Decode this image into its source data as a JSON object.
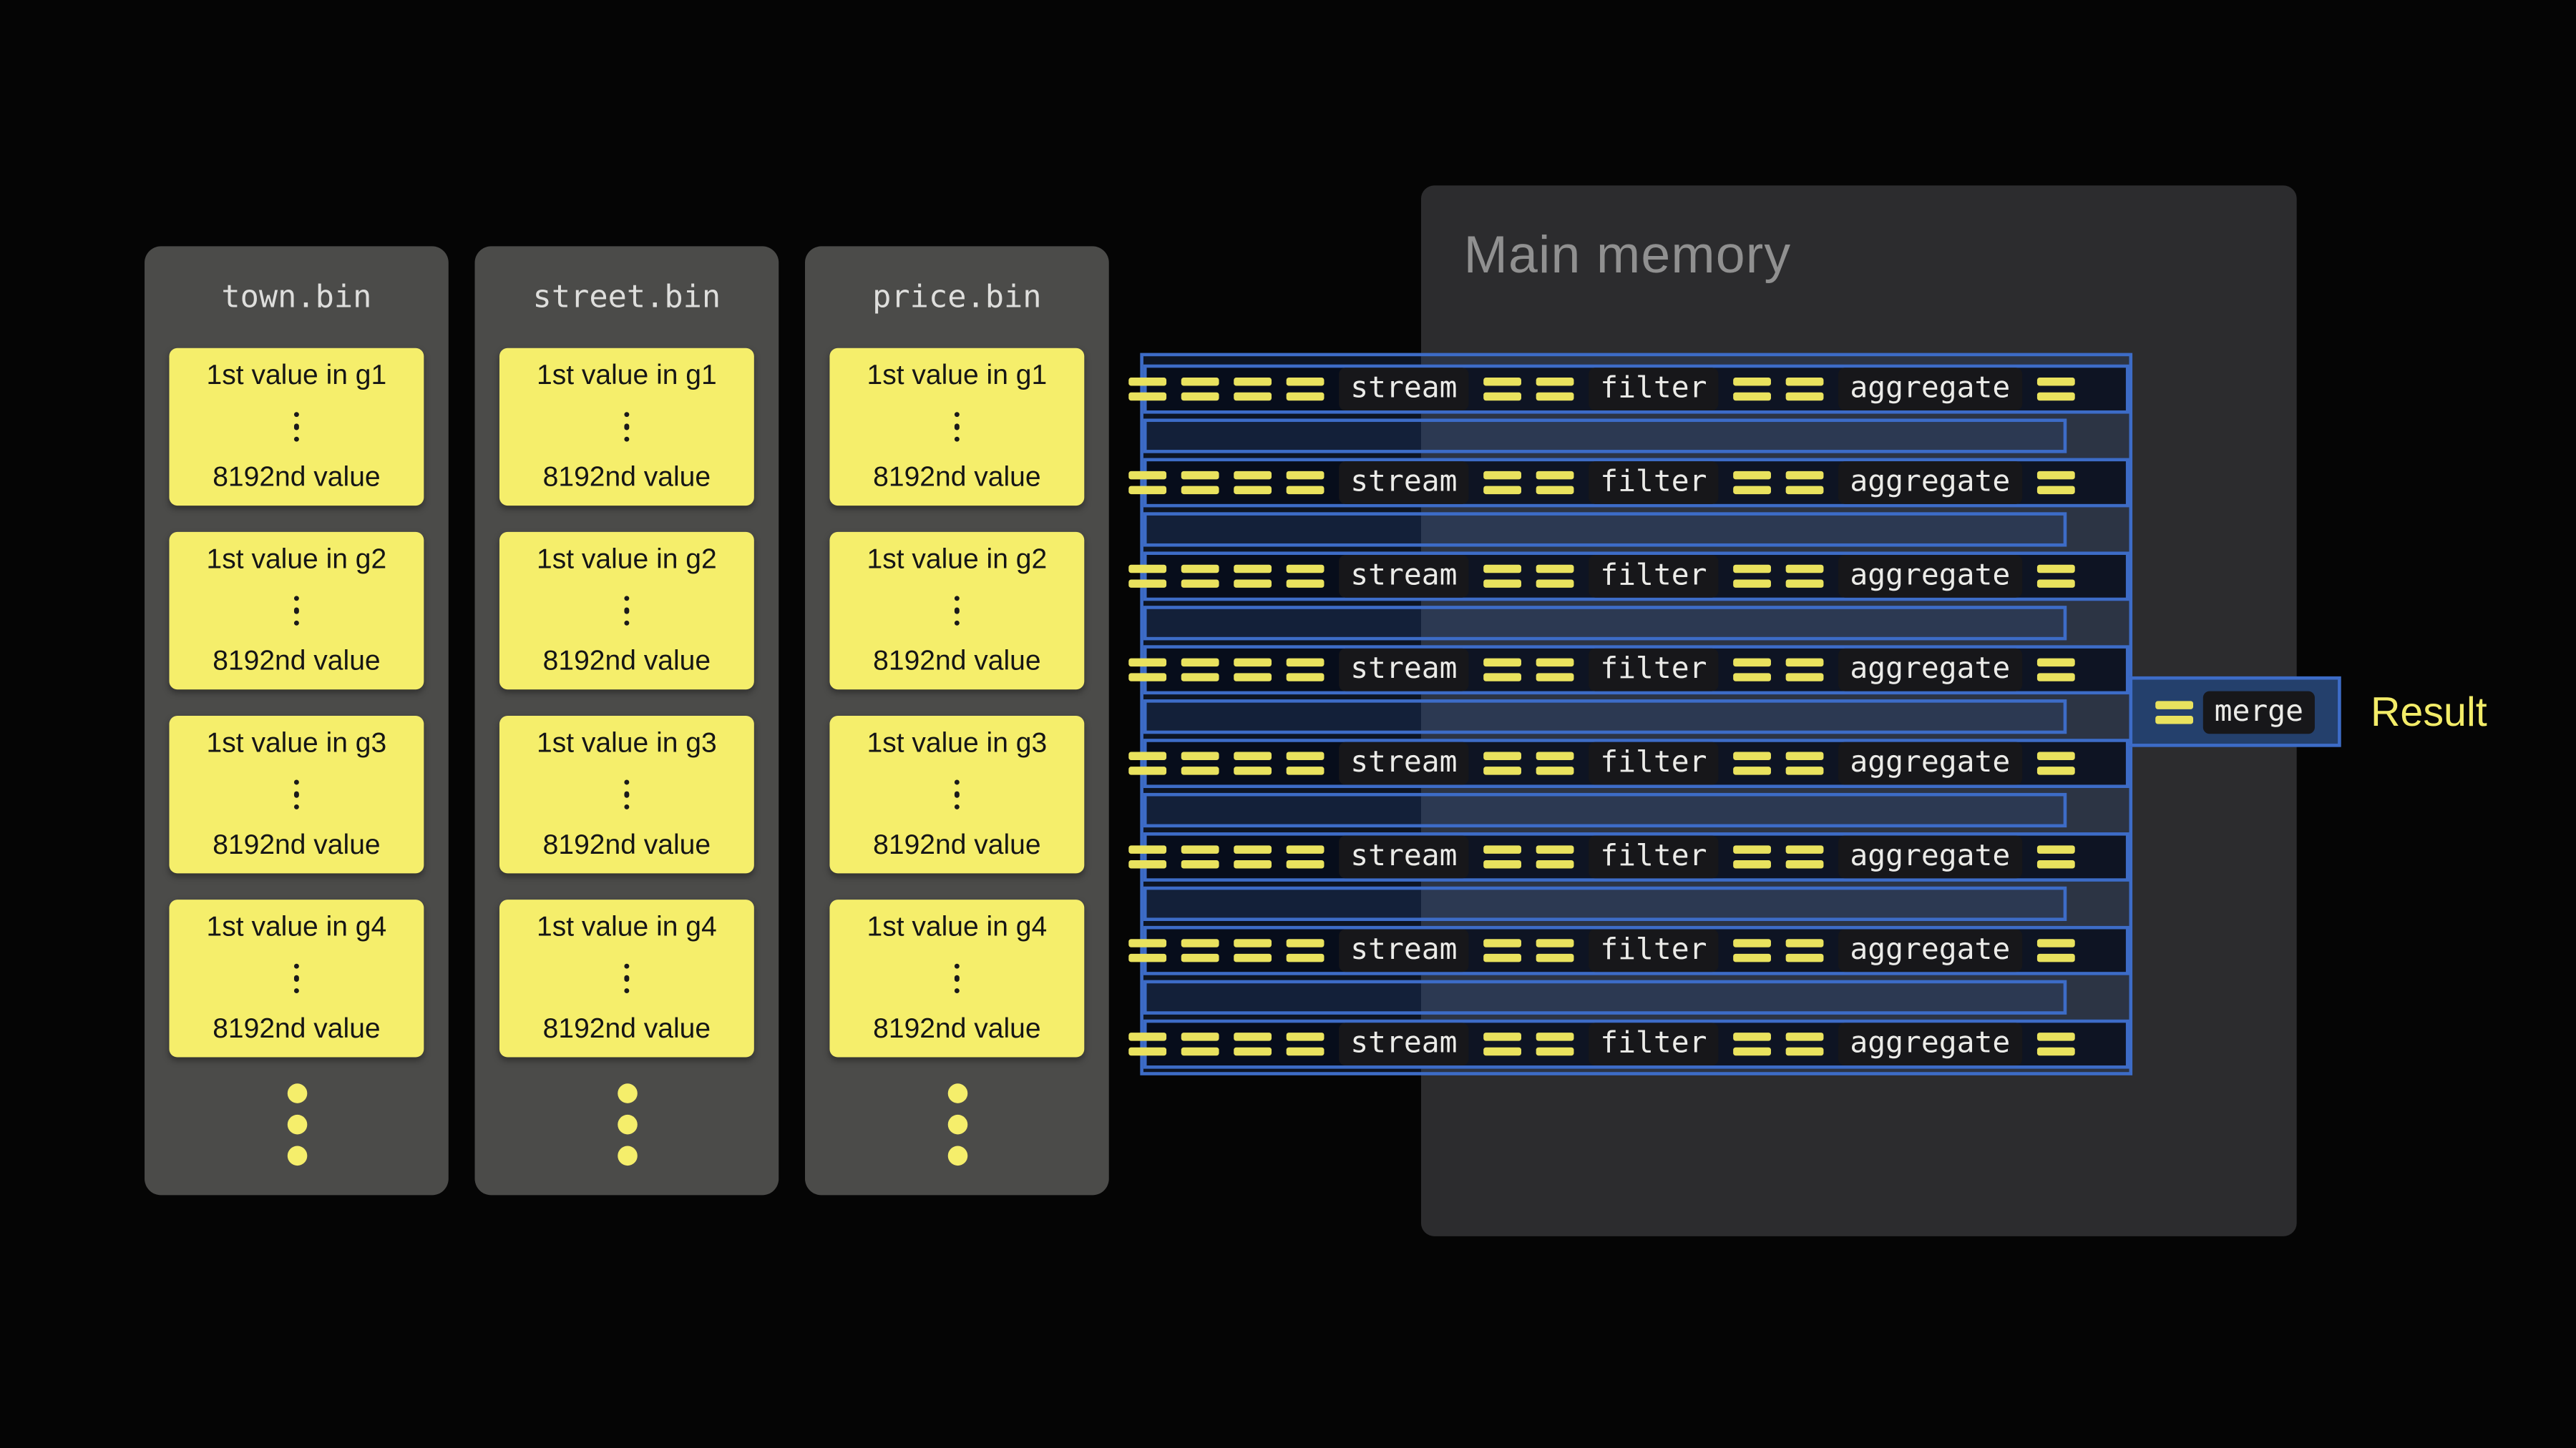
{
  "files": [
    {
      "name": "town.bin",
      "blocks": [
        {
          "top": "1st value in g1",
          "bottom": "8192nd value"
        },
        {
          "top": "1st value in g2",
          "bottom": "8192nd value"
        },
        {
          "top": "1st value in g3",
          "bottom": "8192nd value"
        },
        {
          "top": "1st value in g4",
          "bottom": "8192nd value"
        }
      ]
    },
    {
      "name": "street.bin",
      "blocks": [
        {
          "top": "1st value in g1",
          "bottom": "8192nd value"
        },
        {
          "top": "1st value in g2",
          "bottom": "8192nd value"
        },
        {
          "top": "1st value in g3",
          "bottom": "8192nd value"
        },
        {
          "top": "1st value in g4",
          "bottom": "8192nd value"
        }
      ]
    },
    {
      "name": "price.bin",
      "blocks": [
        {
          "top": "1st value in g1",
          "bottom": "8192nd value"
        },
        {
          "top": "1st value in g2",
          "bottom": "8192nd value"
        },
        {
          "top": "1st value in g3",
          "bottom": "8192nd value"
        },
        {
          "top": "1st value in g4",
          "bottom": "8192nd value"
        }
      ]
    }
  ],
  "memory": {
    "title": "Main memory"
  },
  "pipeline": {
    "row_count": 8,
    "stages": [
      "stream",
      "filter",
      "aggregate"
    ],
    "dashes_before_stream": 4,
    "dashes_between_stages": 2,
    "dashes_after_last": 1
  },
  "merge": {
    "label": "merge",
    "dashes_before": 1
  },
  "result_label": "Result",
  "colors": {
    "background": "#050505",
    "file_panel": "#4b4b49",
    "value_block_yellow": "#f5ee6b",
    "memory_panel": "#2c2c2e",
    "pipeline_blue": "#3d6cc7",
    "dash_yellow": "#e9e25e",
    "label_chip_bg": "#17171a",
    "result_text": "#f3ec68"
  }
}
